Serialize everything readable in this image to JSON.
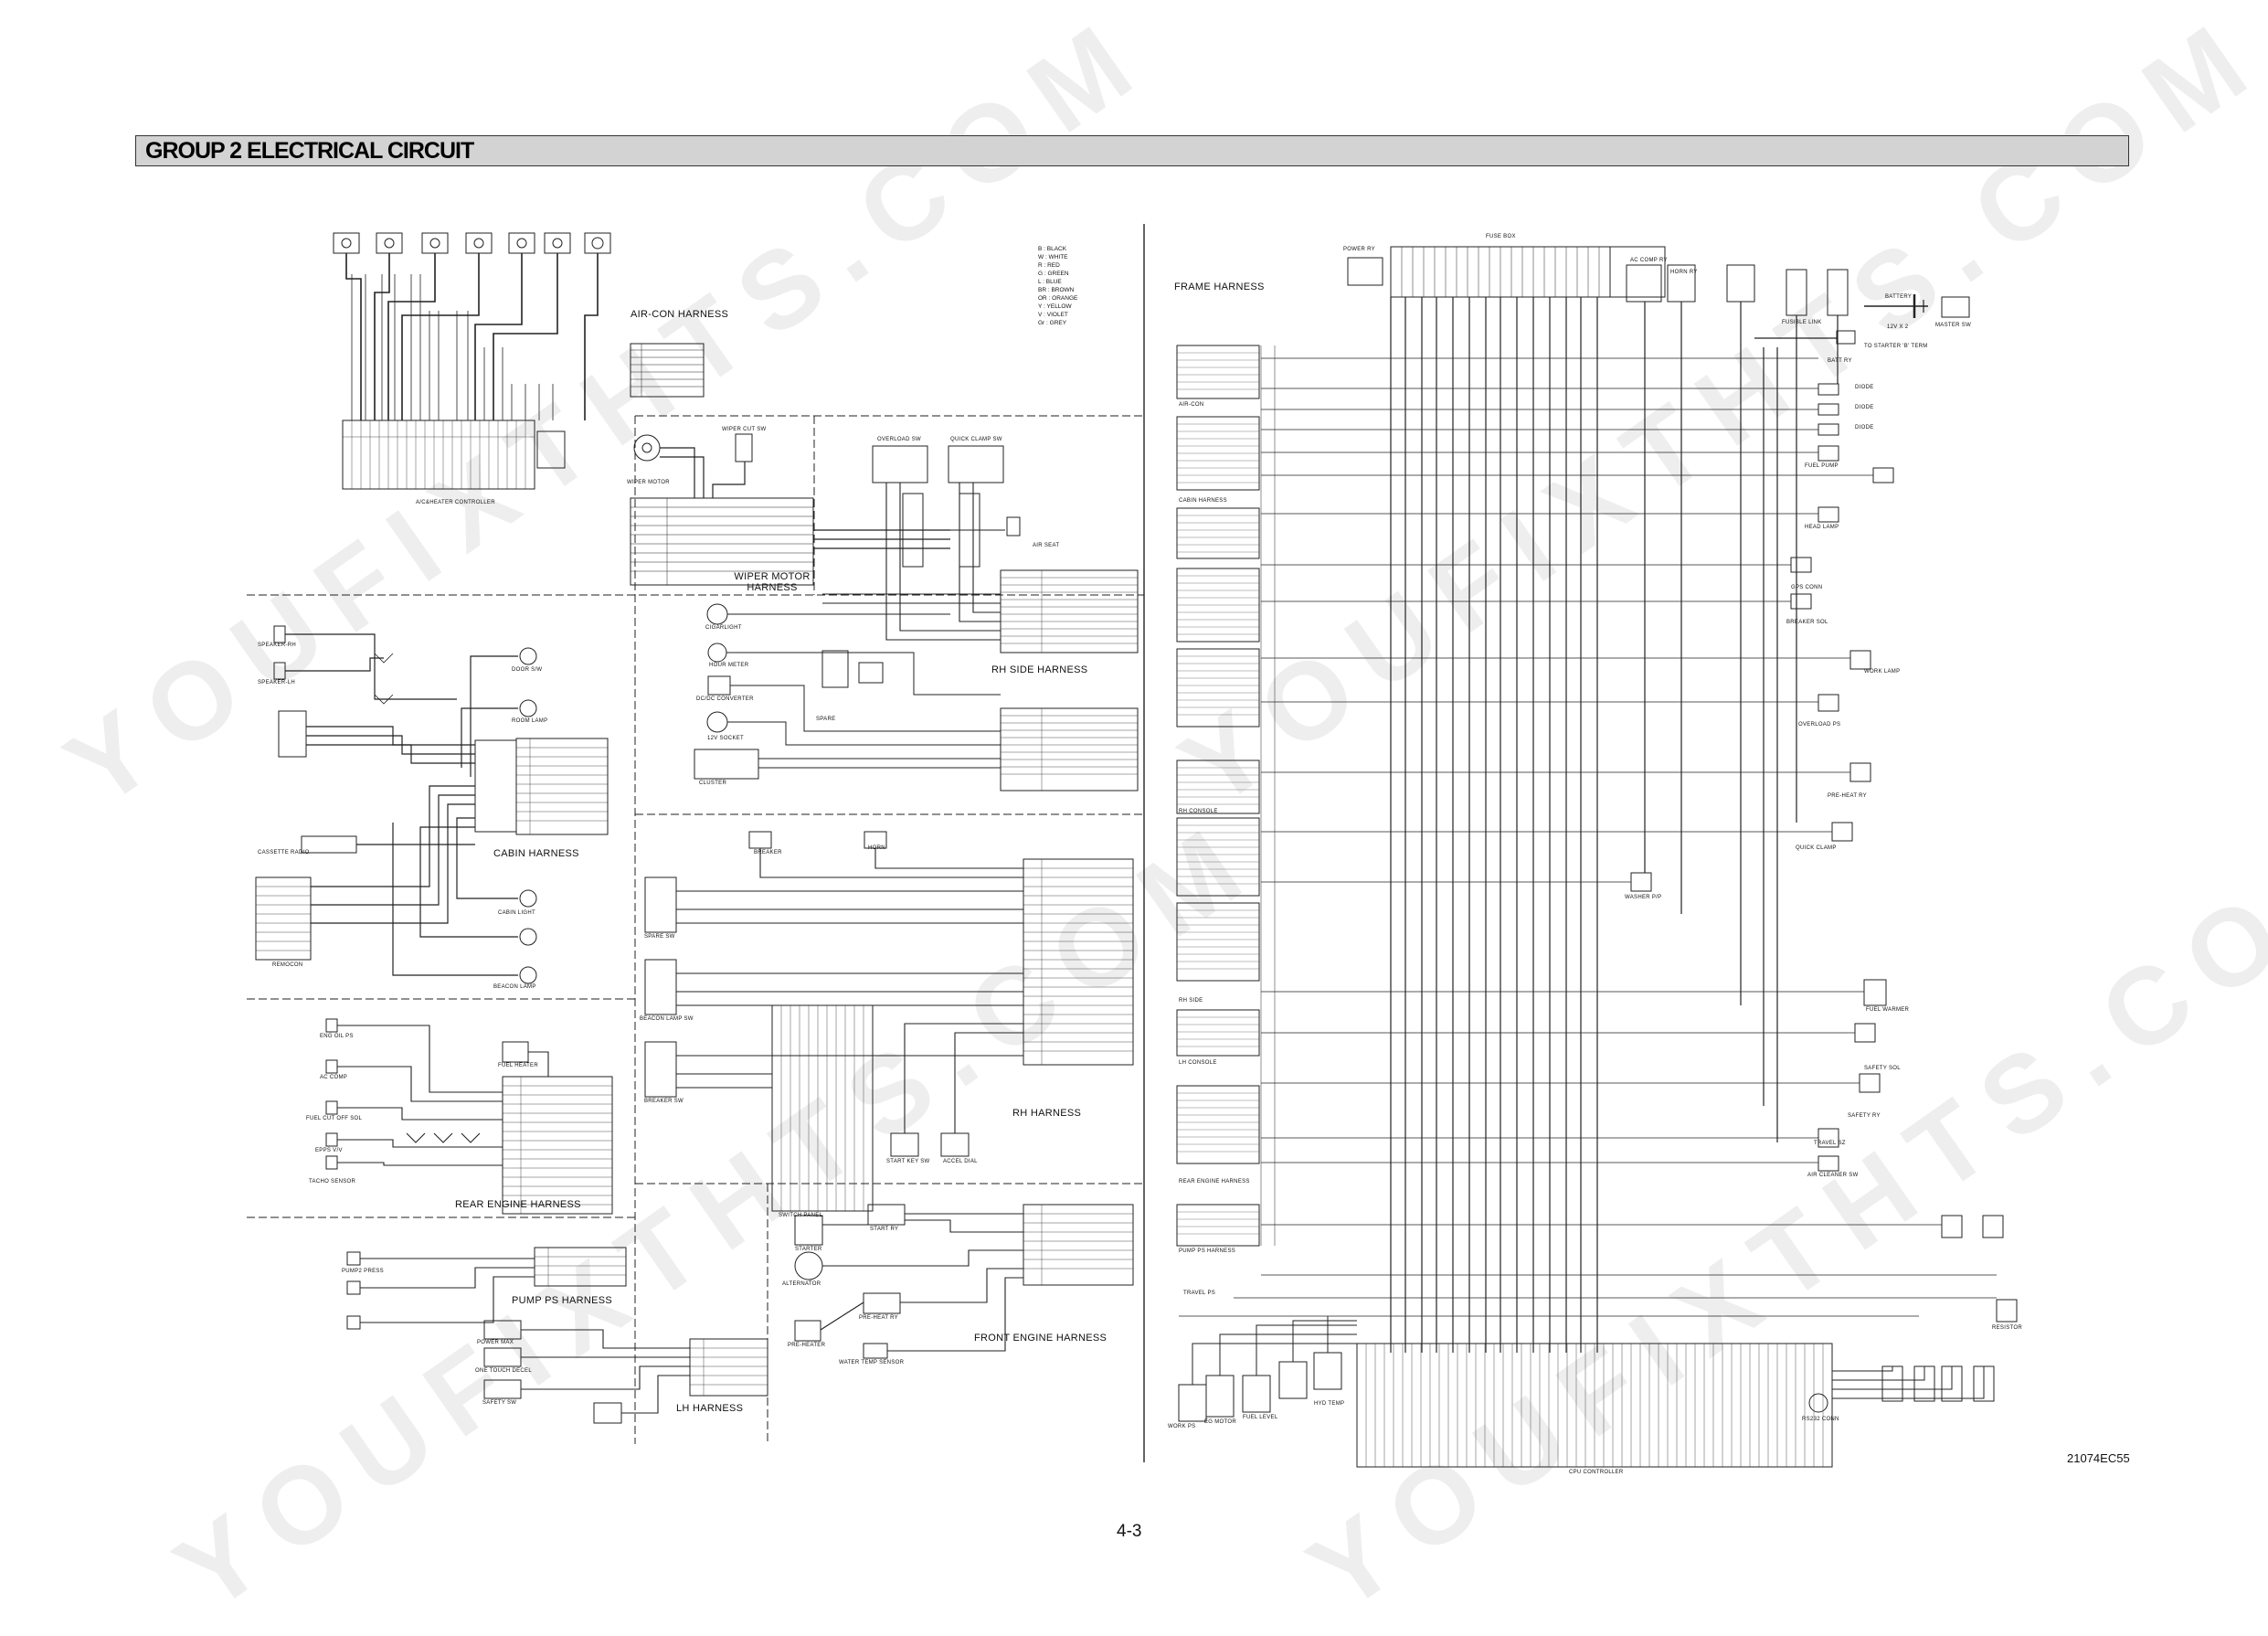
{
  "page": {
    "title": "GROUP  2  ELECTRICAL CIRCUIT",
    "page_number": "4-3",
    "drawing_code": "21074EC55",
    "watermark_text": "YOUFIXTHTS.COM"
  },
  "legend": [
    "B : BLACK",
    "W : WHITE",
    "R : RED",
    "G : GREEN",
    "L : BLUE",
    "BR : BROWN",
    "OR : ORANGE",
    "Y : YELLOW",
    "V : VIOLET",
    "Gr : GREY"
  ],
  "harnesses": {
    "aircon": "AIR-CON HARNESS",
    "cabin": "CABIN HARNESS",
    "rear_engine": "REAR ENGINE HARNESS",
    "pump_ps": "PUMP PS HARNESS",
    "wiper_motor": "WIPER MOTOR HARNESS",
    "rh_side": "RH SIDE HARNESS",
    "rh": "RH HARNESS",
    "front_engine": "FRONT ENGINE HARNESS",
    "lh": "LH HARNESS",
    "frame": "FRAME HARNESS"
  },
  "components": {
    "aircon_controller": "A/C&HEATER CONTROLLER",
    "wiper_motor": "WIPER MOTOR",
    "wiper_cut_sw": "WIPER CUT SW",
    "overload_sw": "OVERLOAD SW",
    "quick_clamp_sw": "QUICK CLAMP SW",
    "air_seat": "AIR SEAT",
    "cigar_light": "CIGARLIGHT",
    "hour_meter": "HOUR METER",
    "dc_converter": "DC/DC CONVERTER",
    "socket_12v": "12V SOCKET",
    "spare": "SPARE",
    "cluster": "CLUSTER",
    "speaker_rh": "SPEAKER-RH",
    "speaker_lh": "SPEAKER-LH",
    "door_sw": "DOOR S/W",
    "room_lamp": "ROOM LAMP",
    "cassette_radio": "CASSETTE RADIO",
    "remocon": "REMOCON",
    "cabin_light": "CABIN LIGHT",
    "beacon_lamp": "BEACON LAMP",
    "eng_oil_ps": "ENG OIL PS",
    "fuel_heater": "FUEL HEATER",
    "ac_comp": "AC COMP",
    "fuel_cut_off_sol": "FUEL CUT OFF SOL",
    "epps_vv": "EPPS V/V",
    "tacho_sensor": "TACHO SENSOR",
    "pump_ps": "PUMP2 PRESS",
    "horn": "HORN",
    "breaker": "BREAKER",
    "spare_sw": "SPARE SW",
    "beacon_lamp_sw": "BEACON LAMP SW",
    "breaker_sw": "BREAKER SW",
    "start_key_sw": "START KEY SW",
    "accel_dial": "ACCEL DIAL",
    "switch_panel": "SWITCH PANEL",
    "starter": "STARTER",
    "start_ry": "START RY",
    "alternator": "ALTERNATOR",
    "pre_heater": "PRE-HEATER",
    "pre_heat_ry": "PRE-HEAT RY",
    "water_temp_sensor": "WATER TEMP SENSOR",
    "power_max": "POWER MAX",
    "one_touch_decel": "ONE TOUCH DECEL",
    "safety_sw": "SAFETY SW",
    "fuse_box": "FUSE BOX",
    "power_ry": "POWER RY",
    "ac_comp_ry": "AC COMP RY",
    "horn_ry": "HORN RY",
    "fusible_link": "FUSIBLE LINK",
    "battery": "BATTERY",
    "battery_rating": "12V X 2",
    "master_sw": "MASTER SW",
    "batt_ry": "BATT RY",
    "to_starter": "TO STARTER 'B' TERM",
    "diode": "DIODE",
    "fuel_pump": "FUEL PUMP",
    "head_lamp": "HEAD LAMP",
    "gps_conn": "GPS CONN",
    "breaker_sol": "BREAKER SOL",
    "work_lamp": "WORK LAMP",
    "overload_ps": "OVERLOAD PS",
    "pre_heat_ry2": "PRE-HEAT RY",
    "quick_clamp": "QUICK CLAMP",
    "washer_pump": "WASHER P/P",
    "fuel_warmer": "FUEL WARMER",
    "safety_sol": "SAFETY SOL",
    "safety_ry": "SAFETY RY",
    "travel_sol": "TRAVEL SZ",
    "air_cleaner_sw": "AIR CLEANER SW",
    "resistor": "RESISTOR",
    "cpu_controller": "CPU CONTROLLER",
    "work_ps": "WORK PS",
    "eg_motor": "EG MOTOR",
    "fuel_level": "FUEL LEVEL",
    "hyd_temp": "HYD TEMP",
    "travel_ps": "TRAVEL PS",
    "rs232_conn": "RS232 CONN"
  },
  "frame_groups": [
    "AIR-CON",
    "CABIN HARNESS",
    "RH CONSOLE",
    "RH SIDE",
    "LH CONSOLE",
    "REAR ENGINE HARNESS",
    "PUMP PS HARNESS"
  ]
}
